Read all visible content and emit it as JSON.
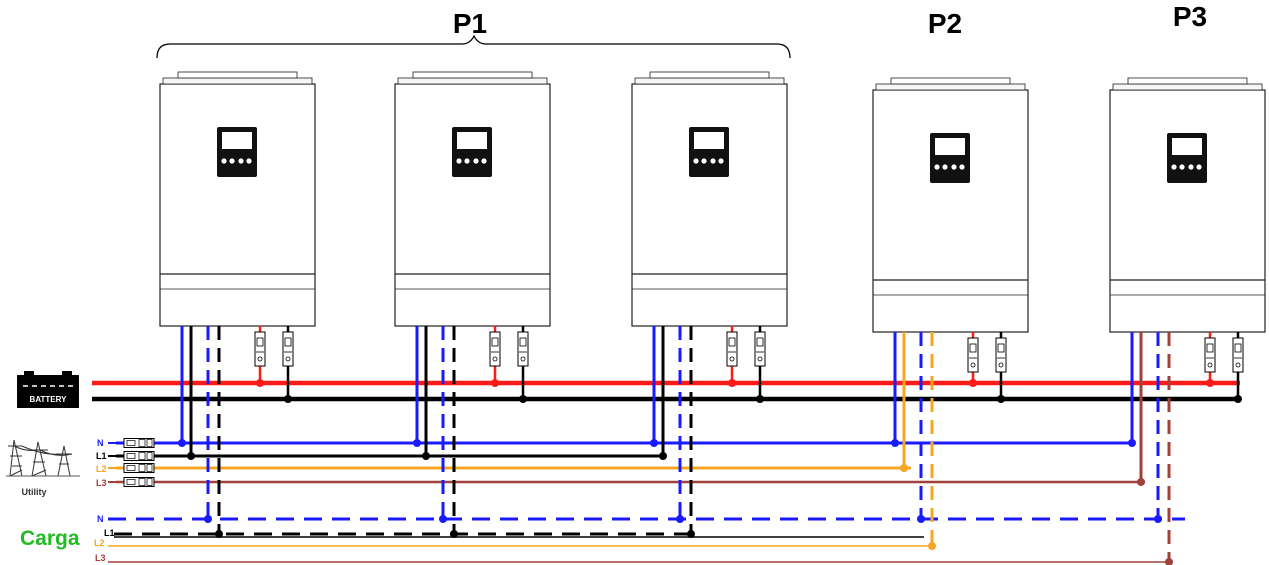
{
  "groups": [
    {
      "label": "P1"
    },
    {
      "label": "P2"
    },
    {
      "label": "P3"
    }
  ],
  "inverters": [
    {
      "group": "P1",
      "name": "inverter-p1-a"
    },
    {
      "group": "P1",
      "name": "inverter-p1-b"
    },
    {
      "group": "P1",
      "name": "inverter-p1-c"
    },
    {
      "group": "P2",
      "name": "inverter-p2"
    },
    {
      "group": "P3",
      "name": "inverter-p3"
    }
  ],
  "battery": {
    "label": "BATTERY"
  },
  "utility": {
    "label": "Utility",
    "lines": [
      {
        "label": "N",
        "color": "#1a1aff"
      },
      {
        "label": "L1",
        "color": "#000000"
      },
      {
        "label": "L2",
        "color": "#f5a623"
      },
      {
        "label": "L3",
        "color": "#a0403a"
      }
    ]
  },
  "load": {
    "label": "Carga",
    "label_color": "#22bb22",
    "lines": [
      {
        "label": "N",
        "color": "#1a1aff"
      },
      {
        "label": "L1",
        "color": "#000000"
      },
      {
        "label": "L2",
        "color": "#f5a623"
      },
      {
        "label": "L3",
        "color": "#a0403a"
      }
    ]
  },
  "colors": {
    "battery_positive": "#ff1a1a",
    "battery_negative": "#000000",
    "neutral": "#1a1aff",
    "l1": "#000000",
    "l2": "#f5a623",
    "l3": "#a0403a"
  }
}
